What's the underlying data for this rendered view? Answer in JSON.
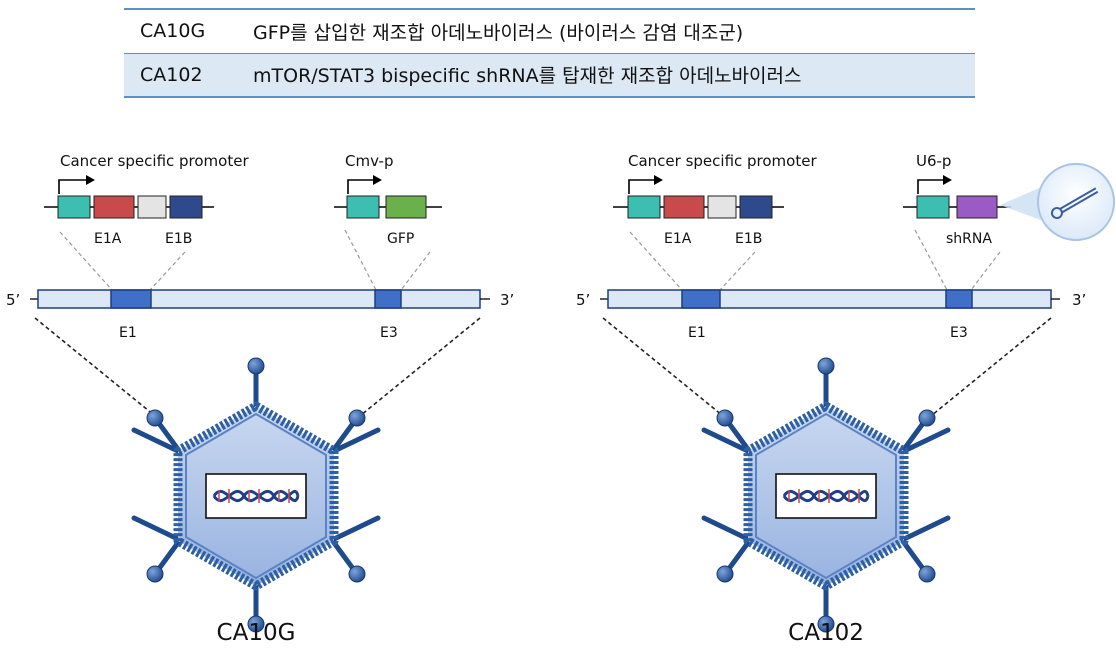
{
  "legend": [
    {
      "code": "CA10G",
      "description": "GFP를 삽입한 재조합 아데노바이러스 (바이러스 감염 대조군)"
    },
    {
      "code": "CA102",
      "description": "mTOR/STAT3 bispecific shRNA를 탑재한 재조합 아데노바이러스"
    }
  ],
  "panels": [
    {
      "caption": "CA10G",
      "promoter_label": "Cancer specific promoter",
      "gene1a": "E1A",
      "gene1b": "E1B",
      "second_promoter": "Cmv-p",
      "insert": "GFP",
      "five_prime": "5’",
      "three_prime": "3’",
      "region1": "E1",
      "region3": "E3"
    },
    {
      "caption": "CA102",
      "promoter_label": "Cancer specific promoter",
      "gene1a": "E1A",
      "gene1b": "E1B",
      "second_promoter": "U6-p",
      "insert": "shRNA",
      "five_prime": "5’",
      "three_prime": "3’",
      "region1": "E1",
      "region3": "E3"
    }
  ],
  "colors": {
    "promoter_box": "#3cbfb0",
    "e1a_box": "#c94a4a",
    "e1b_box": "#2e4a8c",
    "spacer_box": "#e4e4e4",
    "gfp_box": "#6ab04c",
    "shrna_box": "#9a5bc4",
    "genome_fill": "#dce8f7",
    "genome_region": "#3f6fc6",
    "capsid": "#3a6bb0"
  }
}
